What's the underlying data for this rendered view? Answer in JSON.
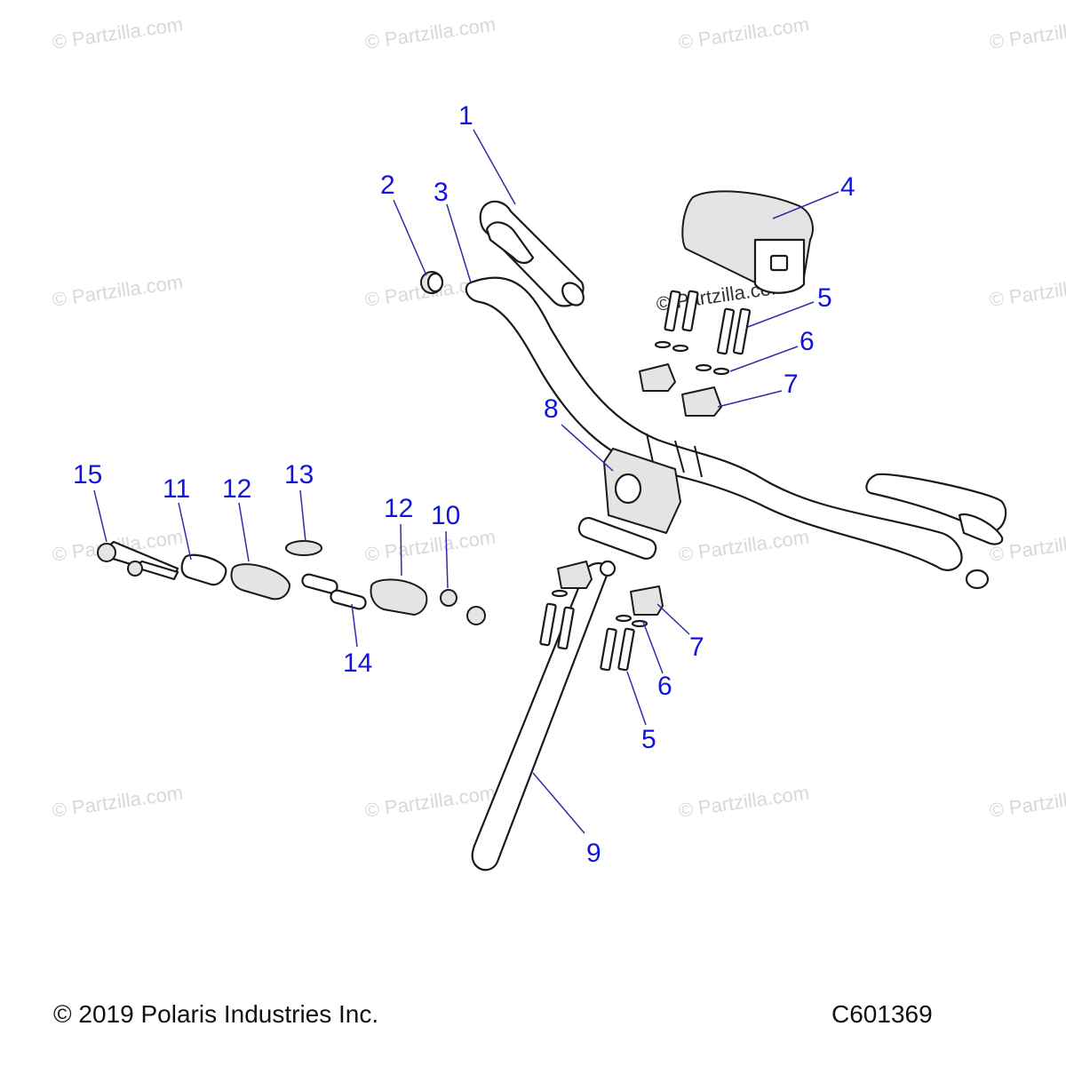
{
  "watermark_text": "© Partzilla.com",
  "callouts": {
    "c1": "1",
    "c2": "2",
    "c3": "3",
    "c4": "4",
    "c5a": "5",
    "c5b": "5",
    "c6a": "6",
    "c6b": "6",
    "c7a": "7",
    "c7b": "7",
    "c8": "8",
    "c9": "9",
    "c10": "10",
    "c11": "11",
    "c12a": "12",
    "c12b": "12",
    "c13": "13",
    "c14": "14",
    "c15": "15"
  },
  "footer": {
    "copyright": "© 2019 Polaris Industries Inc.",
    "drawing_number": "C601369"
  },
  "colors": {
    "callout": "#1414d8",
    "leader": "#2d2da8",
    "watermark": "#d8d8d8"
  }
}
